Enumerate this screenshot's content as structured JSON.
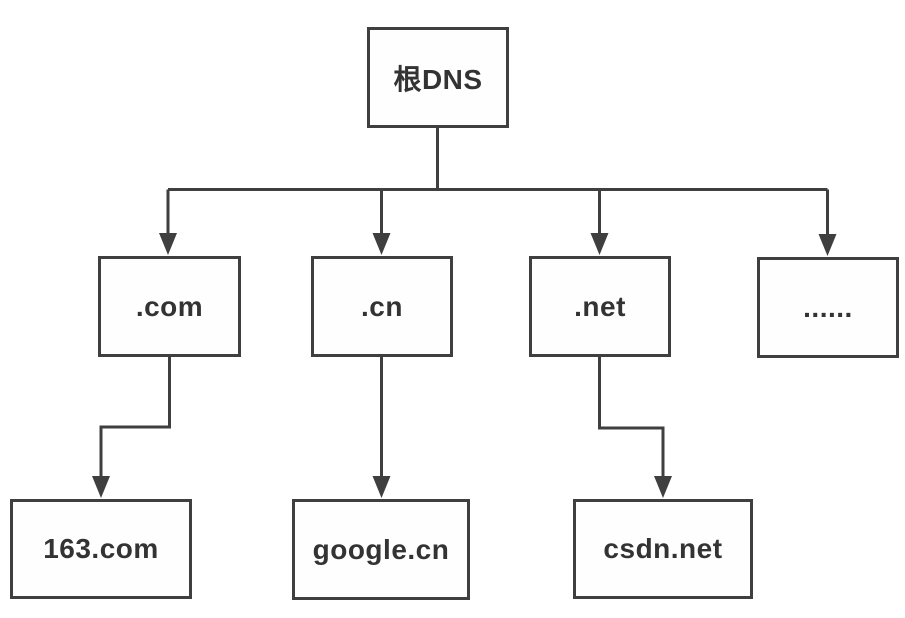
{
  "diagram": {
    "description": "DNS domain name hierarchy tree",
    "nodes": {
      "root": {
        "label": "根DNS"
      },
      "com": {
        "label": ".com"
      },
      "cn": {
        "label": ".cn"
      },
      "net": {
        "label": ".net"
      },
      "others": {
        "label": "......"
      },
      "site163": {
        "label": "163.com"
      },
      "sitegoogle": {
        "label": "google.cn"
      },
      "sitecsdn": {
        "label": "csdn.net"
      }
    },
    "edges": [
      {
        "from": "root",
        "to": "com"
      },
      {
        "from": "root",
        "to": "cn"
      },
      {
        "from": "root",
        "to": "net"
      },
      {
        "from": "root",
        "to": "others"
      },
      {
        "from": "com",
        "to": "site163"
      },
      {
        "from": "cn",
        "to": "sitegoogle"
      },
      {
        "from": "net",
        "to": "sitecsdn"
      }
    ],
    "colors": {
      "line": "#3f3f3f",
      "text": "#333333",
      "box_fill": "#fefefe",
      "background": "#ffffff"
    }
  }
}
